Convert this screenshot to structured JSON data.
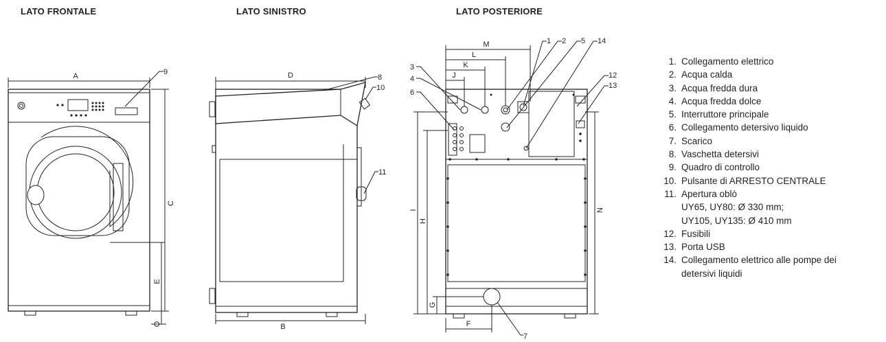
{
  "views": {
    "front": "LATO FRONTALE",
    "left": "LATO SINISTRO",
    "rear": "LATO POSTERIORE"
  },
  "dimensions": {
    "A": "A",
    "B": "B",
    "C": "C",
    "D": "D",
    "E": "E",
    "F": "F",
    "G": "G",
    "H": "H",
    "I": "I",
    "J": "J",
    "K": "K",
    "L": "L",
    "M": "M",
    "N": "N",
    "O": "O"
  },
  "callouts": {
    "c1": "1",
    "c2": "2",
    "c3": "3",
    "c4": "4",
    "c5": "5",
    "c6": "6",
    "c7": "7",
    "c8": "8",
    "c9": "9",
    "c10": "10",
    "c11": "11",
    "c12": "12",
    "c13": "13",
    "c14": "14"
  },
  "legend": [
    {
      "num": "1.",
      "lines": [
        "Collegamento elettrico"
      ]
    },
    {
      "num": "2.",
      "lines": [
        "Acqua calda"
      ]
    },
    {
      "num": "3.",
      "lines": [
        "Acqua fredda dura"
      ]
    },
    {
      "num": "4.",
      "lines": [
        "Acqua fredda dolce"
      ]
    },
    {
      "num": "5.",
      "lines": [
        "Interruttore principale"
      ]
    },
    {
      "num": "6.",
      "lines": [
        "Collegamento detersivo liquido"
      ]
    },
    {
      "num": "7.",
      "lines": [
        "Scarico"
      ]
    },
    {
      "num": "8.",
      "lines": [
        "Vaschetta detersivi"
      ]
    },
    {
      "num": "9.",
      "lines": [
        "Quadro di controllo"
      ]
    },
    {
      "num": "10.",
      "lines": [
        "Pulsante di ARRESTO CENTRALE"
      ]
    },
    {
      "num": "11.",
      "lines": [
        "Apertura oblò",
        "UY65, UY80: Ø 330 mm;",
        "UY105, UY135: Ø 410 mm"
      ]
    },
    {
      "num": "12.",
      "lines": [
        "Fusibili"
      ]
    },
    {
      "num": "13.",
      "lines": [
        "Porta USB"
      ]
    },
    {
      "num": "14.",
      "lines": [
        "Collegamento elettrico alle pompe dei",
        "detersivi liquidi"
      ]
    }
  ]
}
